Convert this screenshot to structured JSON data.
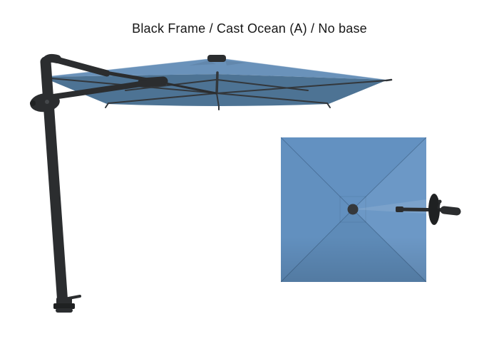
{
  "title": "Black Frame / Cast Ocean (A) / No base",
  "title_parts": {
    "frame_option": "Black Frame",
    "fabric_option": "Cast Ocean (A)",
    "base_option": "No base",
    "separator": " / "
  },
  "colors": {
    "background": "#ffffff",
    "title_text": "#161616",
    "canopy_top": "#6a92ba",
    "canopy_underside": "#4d7394",
    "rib": "#33373b",
    "frame": "#2b2d2f",
    "frame_dark": "#1f2122",
    "tv_base": "#6290c0",
    "tv_top": "#6391c1",
    "tv_right": "#6c98c6",
    "tv_bottom": "#5e8bb8",
    "tv_left": "#6290bf",
    "center_cap": "#35383b"
  }
}
